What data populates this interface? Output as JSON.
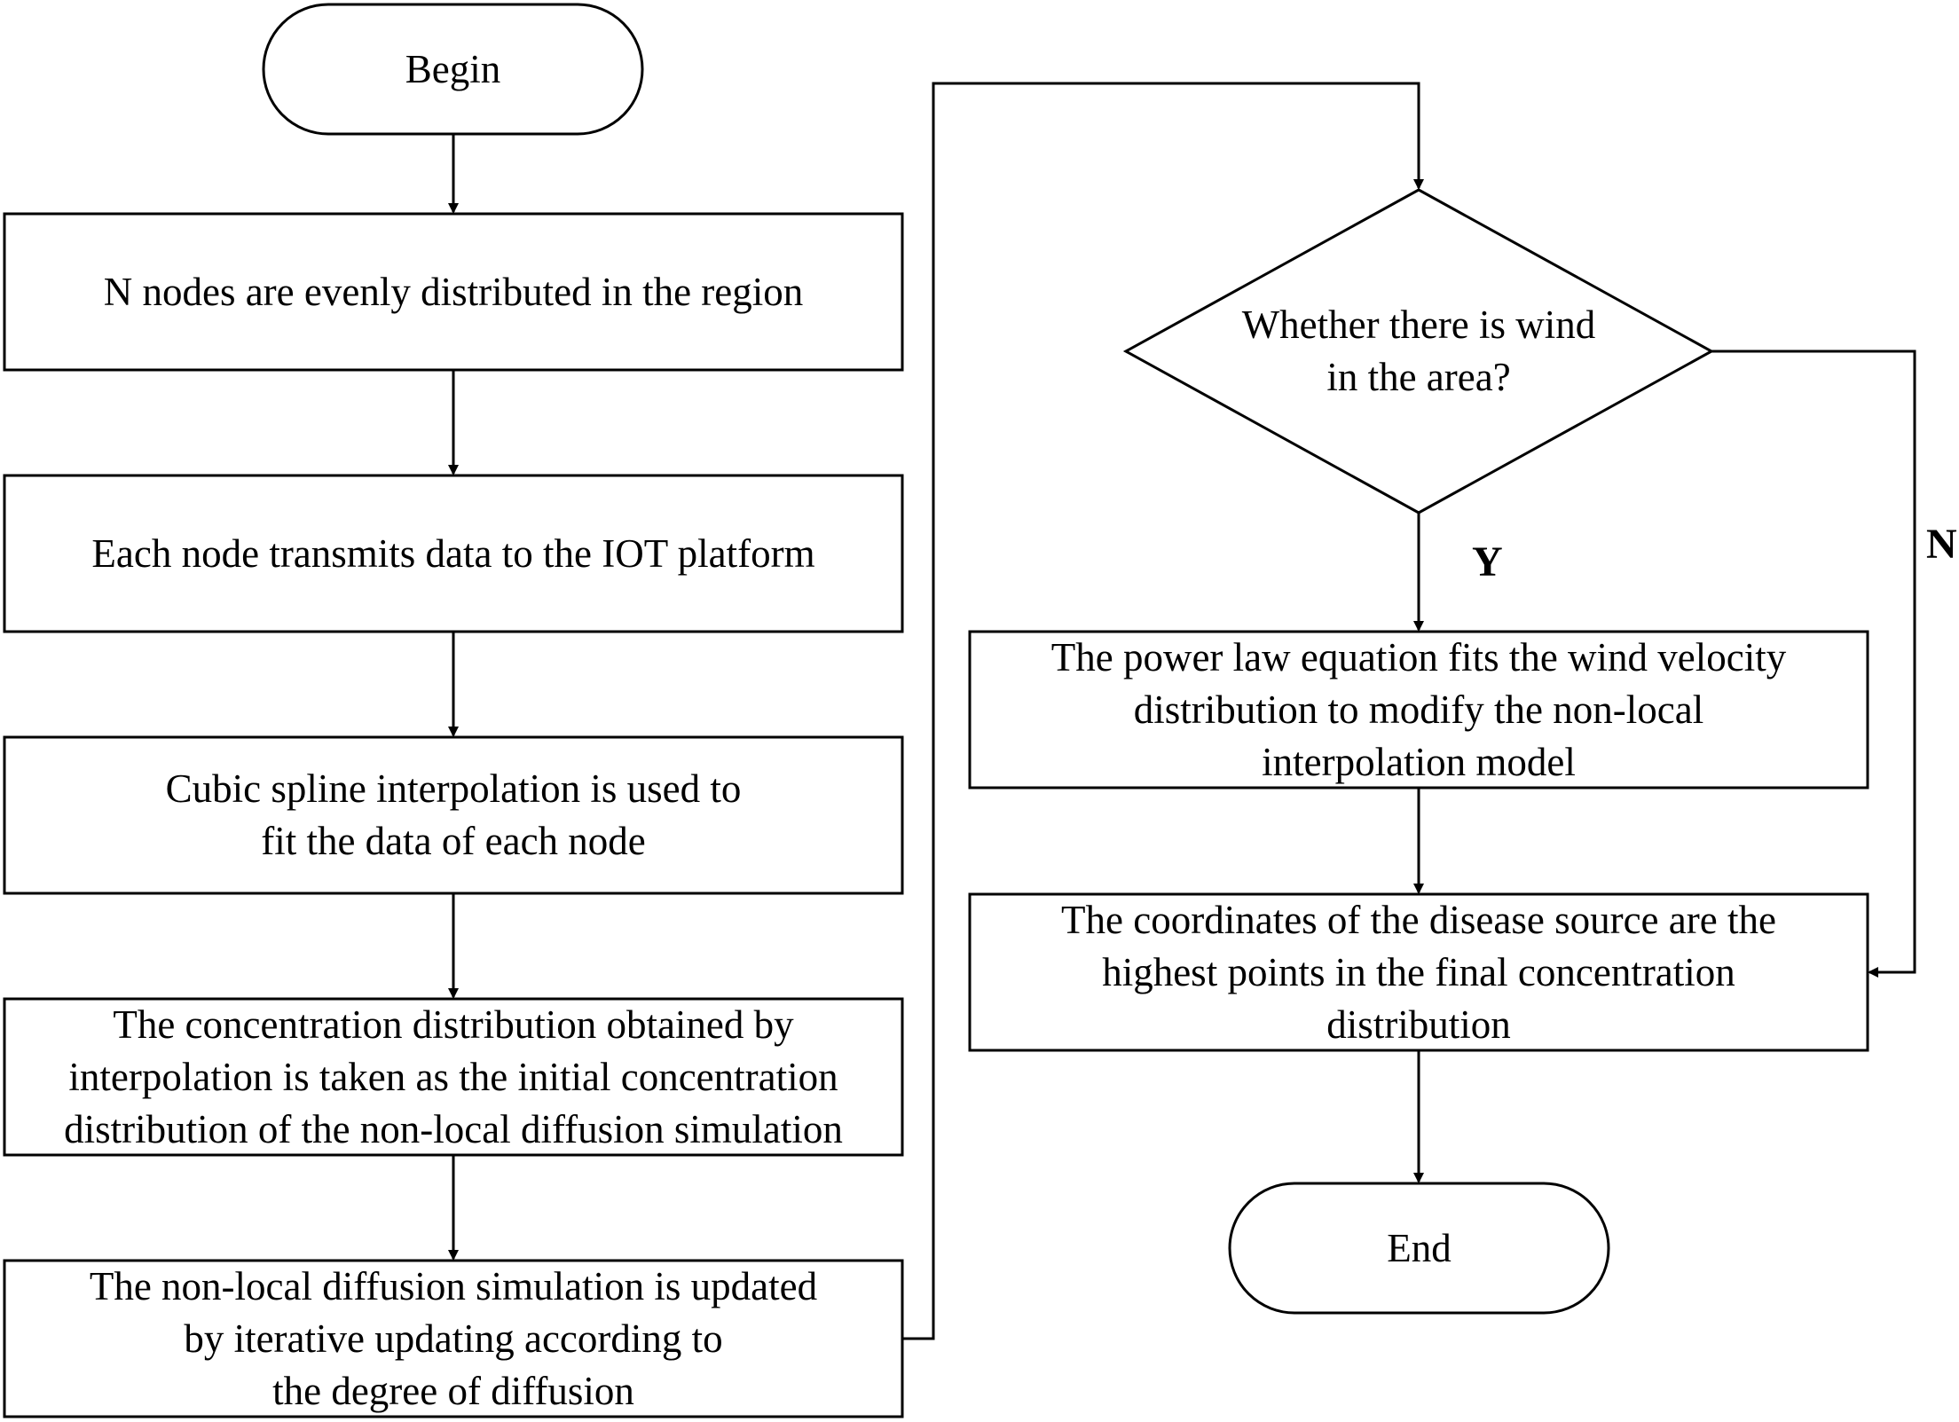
{
  "nodes": {
    "begin": "Begin",
    "step1": "N nodes are evenly distributed in the region",
    "step2": "Each node transmits data to the IOT platform",
    "step3": "Cubic spline interpolation is used to\nfit the data of each node",
    "step4": "The concentration distribution obtained by\ninterpolation is taken as the initial concentration\ndistribution of the non-local diffusion simulation",
    "step5": "The non-local diffusion simulation is updated\nby iterative updating according to\nthe degree of diffusion",
    "decision": "Whether there is wind\nin the area?",
    "step6": "The power law equation fits the wind velocity\ndistribution to modify the non-local\ninterpolation model",
    "step7": "The coordinates of the disease source are the\nhighest points in the final concentration\ndistribution",
    "end": "End"
  },
  "edges": {
    "yes": "Y",
    "no": "N"
  }
}
